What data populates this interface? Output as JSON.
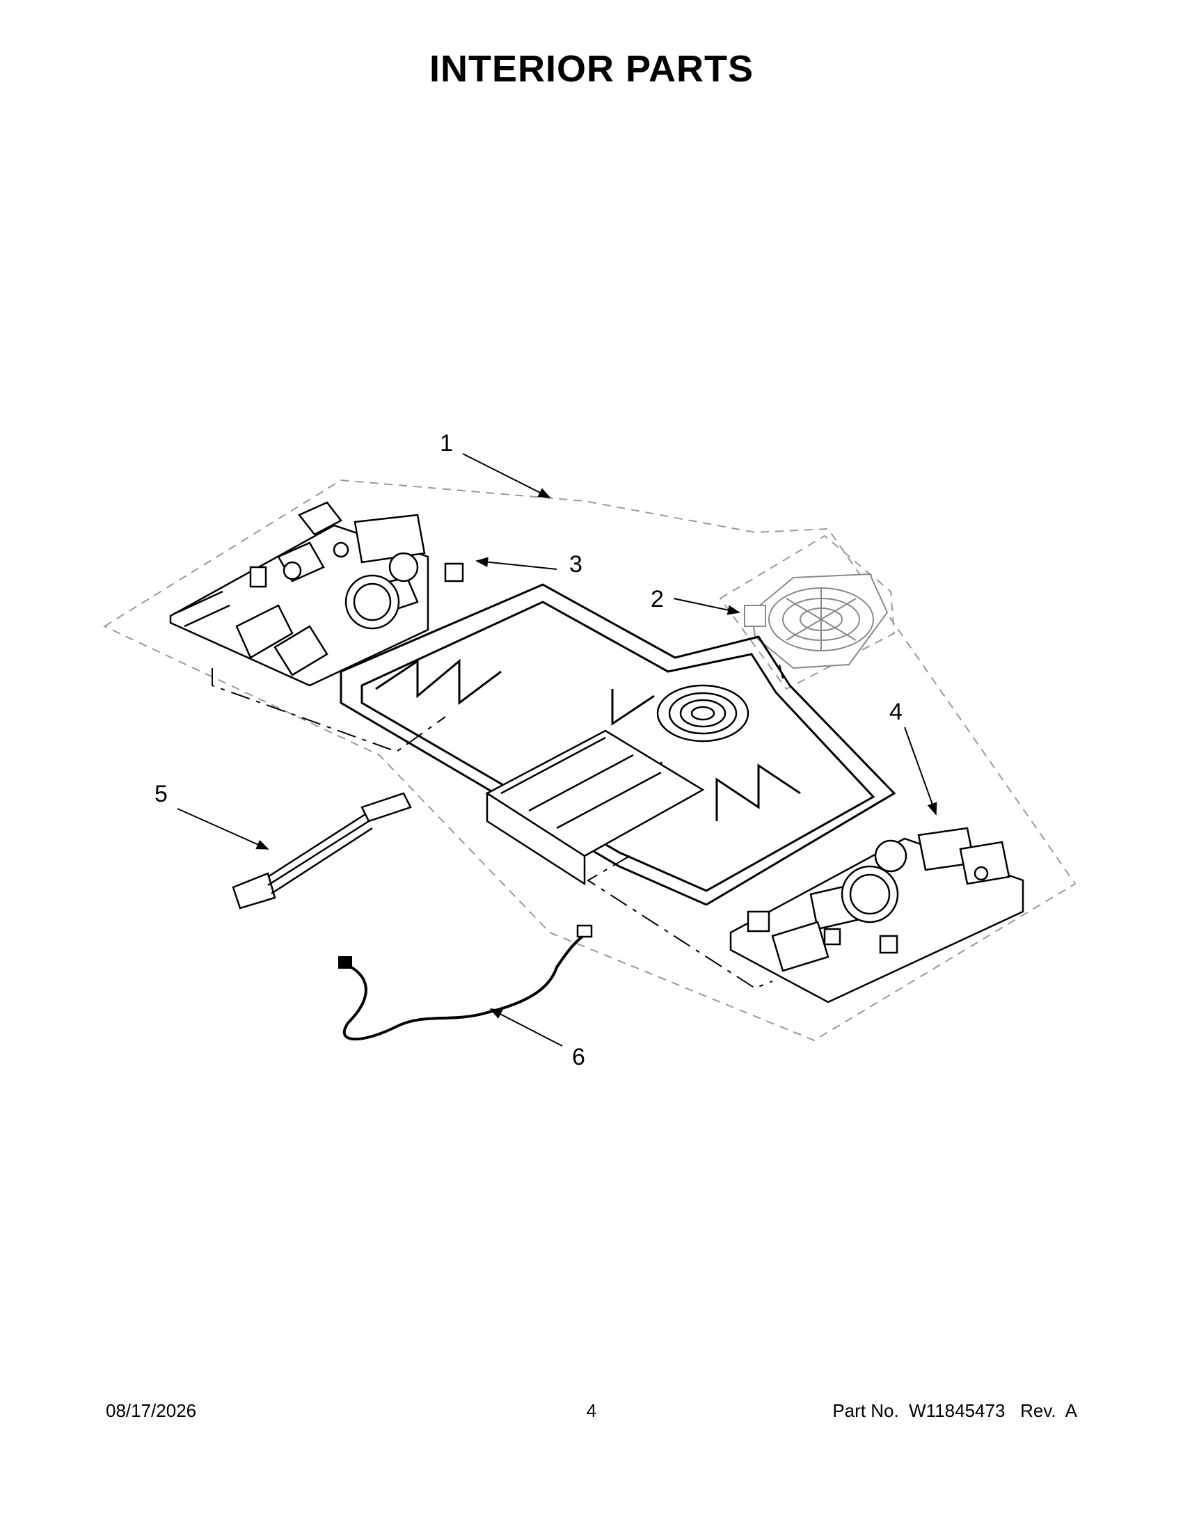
{
  "page": {
    "title": "INTERIOR PARTS"
  },
  "callouts": [
    {
      "id": "1",
      "label": "1"
    },
    {
      "id": "2",
      "label": "2"
    },
    {
      "id": "3",
      "label": "3"
    },
    {
      "id": "4",
      "label": "4"
    },
    {
      "id": "5",
      "label": "5"
    },
    {
      "id": "6",
      "label": "6"
    }
  ],
  "footer": {
    "date": "08/17/2026",
    "page_number": "4",
    "part_number": "Part No.  W11845473   Rev.  A"
  }
}
